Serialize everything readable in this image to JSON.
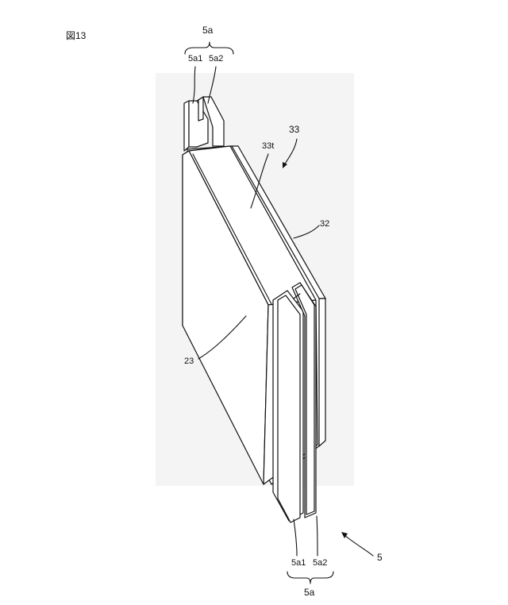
{
  "figure": {
    "number": "図13"
  },
  "labels": {
    "top_group": "5a",
    "top_a1": "5a1",
    "top_a2": "5a2",
    "cover": "33",
    "cover_top": "33t",
    "side_plate": "32",
    "face": "23",
    "assembly": "5",
    "bottom_a1": "5a1",
    "bottom_a2": "5a2",
    "bottom_group": "5a"
  }
}
